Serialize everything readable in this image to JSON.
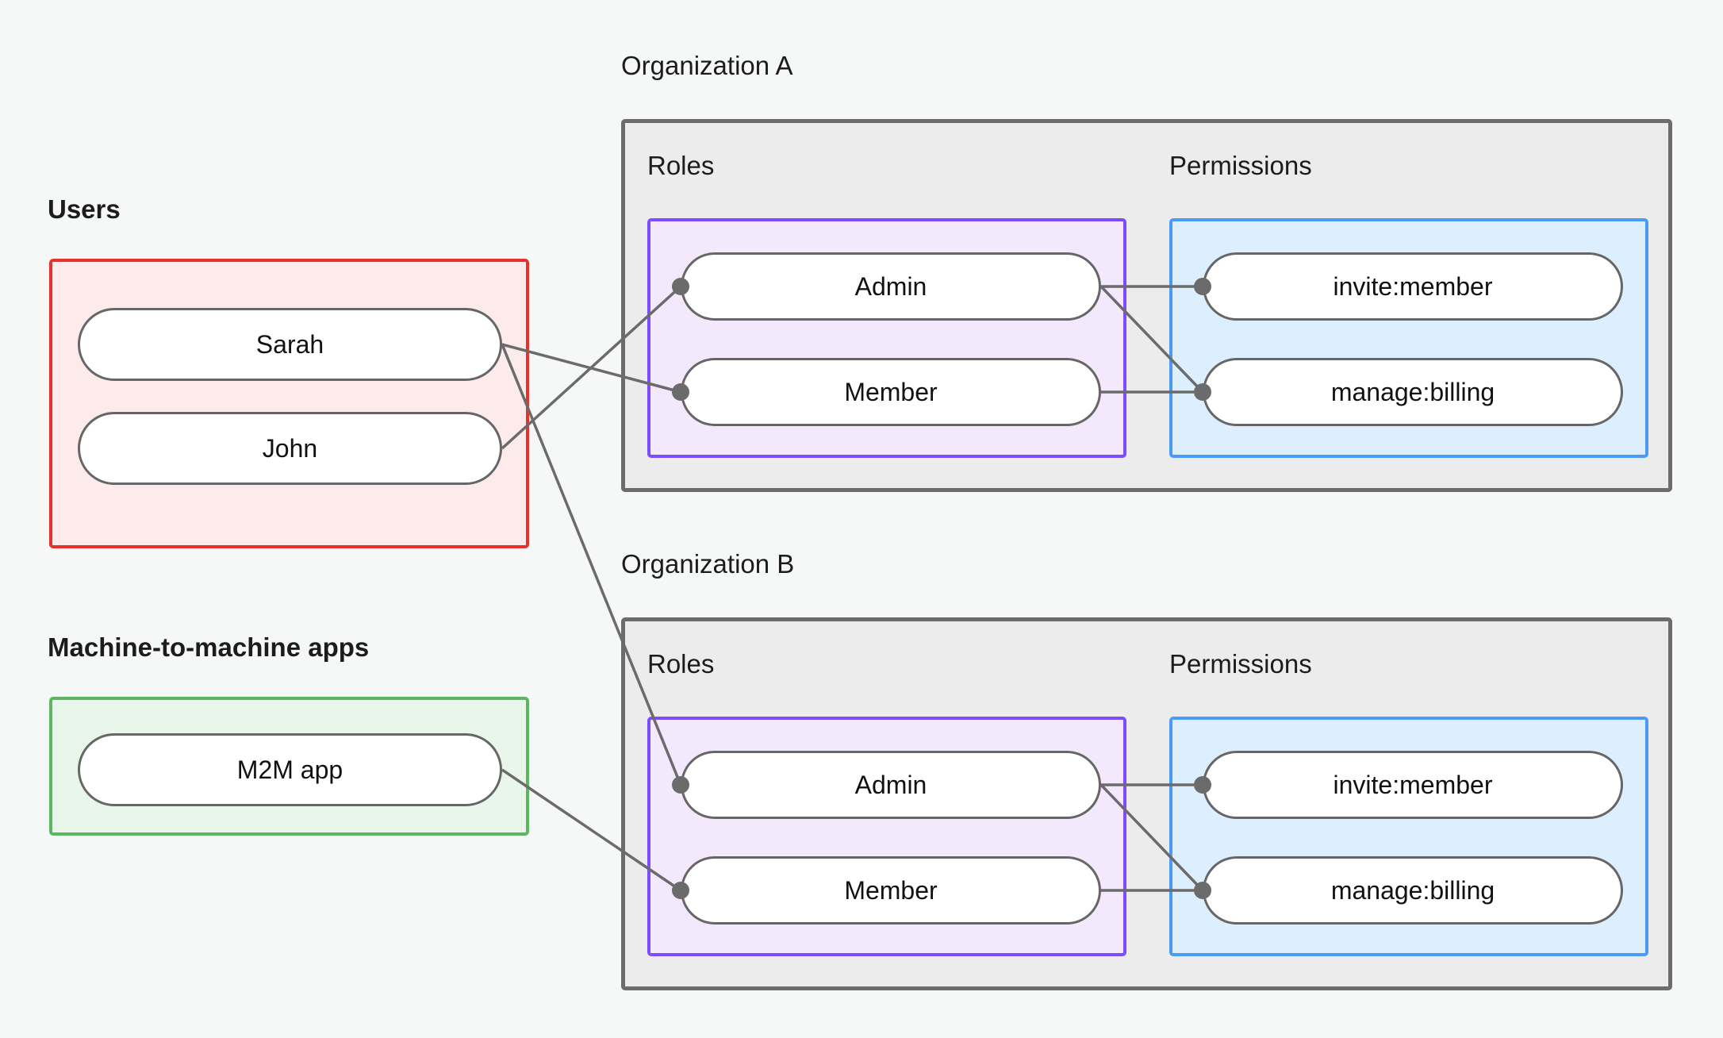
{
  "diagram": {
    "title_users": "Users",
    "title_m2m": "Machine-to-machine apps",
    "org_a": "Organization A",
    "org_b": "Organization B",
    "roles_label": "Roles",
    "permissions_label": "Permissions"
  },
  "users": {
    "label": "Users",
    "items": [
      {
        "name": "Sarah"
      },
      {
        "name": "John"
      }
    ]
  },
  "m2m": {
    "label": "Machine-to-machine apps",
    "items": [
      {
        "name": "M2M app"
      }
    ]
  },
  "organizations": [
    {
      "name": "Organization A",
      "roles_label": "Roles",
      "permissions_label": "Permissions",
      "roles": [
        {
          "name": "Admin"
        },
        {
          "name": "Member"
        }
      ],
      "permissions": [
        {
          "name": "invite:member"
        },
        {
          "name": "manage:billing"
        }
      ]
    },
    {
      "name": "Organization B",
      "roles_label": "Roles",
      "permissions_label": "Permissions",
      "roles": [
        {
          "name": "Admin"
        },
        {
          "name": "Member"
        }
      ],
      "permissions": [
        {
          "name": "invite:member"
        },
        {
          "name": "manage:billing"
        }
      ]
    }
  ],
  "connections": [
    {
      "from": "Sarah",
      "to": "Organization A / Member"
    },
    {
      "from": "John",
      "to": "Organization A / Admin"
    },
    {
      "from": "John",
      "to": "Organization B / Admin"
    },
    {
      "from": "M2M app",
      "to": "Organization B / Member"
    },
    {
      "from": "Organization A / Admin",
      "to": "Organization A / invite:member"
    },
    {
      "from": "Organization A / Admin",
      "to": "Organization A / manage:billing"
    },
    {
      "from": "Organization A / Member",
      "to": "Organization A / manage:billing"
    },
    {
      "from": "Organization B / Admin",
      "to": "Organization B / invite:member"
    },
    {
      "from": "Organization B / Admin",
      "to": "Organization B / manage:billing"
    },
    {
      "from": "Organization B / Member",
      "to": "Organization B / manage:billing"
    }
  ],
  "colors": {
    "background": "#f6f8f7",
    "users_border": "#e8312a",
    "users_fill": "#fdeaea",
    "m2m_border": "#5cb860",
    "m2m_fill": "#e9f7ea",
    "org_border": "#6c6c6c",
    "org_fill": "#ececec",
    "roles_border": "#7c4dff",
    "roles_fill": "#f4e8fd",
    "permissions_border": "#4a9bf5",
    "permissions_fill": "#ddeeff",
    "node_border": "#666666",
    "node_fill": "#ffffff",
    "edge": "#6b6b6b",
    "text": "#111111"
  }
}
